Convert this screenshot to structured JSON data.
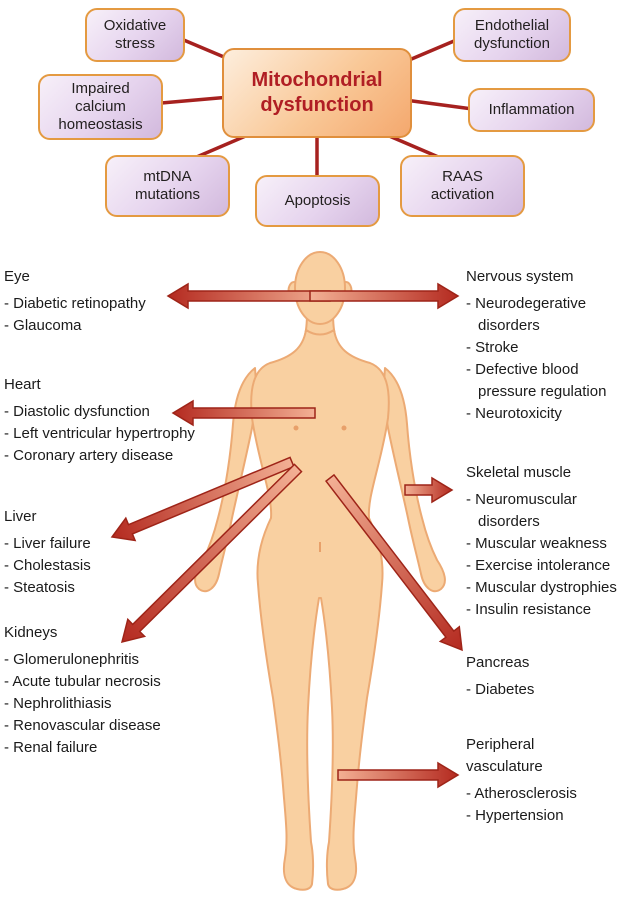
{
  "hub": {
    "label": "Mitochondrial dysfunction"
  },
  "nodes": {
    "oxidative": "Oxidative stress",
    "impaired": "Impaired calcium homeostasis",
    "mtdna": "mtDNA mutations",
    "apoptosis": "Apoptosis",
    "raas": "RAAS activation",
    "inflammation": "Inflammation",
    "endothelial": "Endothelial dysfunction"
  },
  "organs": {
    "eye": {
      "title": "Eye",
      "items": [
        "- Diabetic retinopathy",
        "- Glaucoma"
      ]
    },
    "heart": {
      "title": "Heart",
      "items": [
        "- Diastolic dysfunction",
        "- Left ventricular hypertrophy",
        "- Coronary artery disease"
      ]
    },
    "liver": {
      "title": "Liver",
      "items": [
        "- Liver failure",
        "- Cholestasis",
        "- Steatosis"
      ]
    },
    "kidneys": {
      "title": "Kidneys",
      "items": [
        "- Glomerulonephritis",
        "- Acute tubular necrosis",
        "- Nephrolithiasis",
        "- Renovascular disease",
        "- Renal failure"
      ]
    },
    "nervous": {
      "title": "Nervous system",
      "items": [
        "- Neurodegerative disorders",
        "- Stroke",
        "- Defective blood pressure regulation",
        "- Neurotoxicity"
      ]
    },
    "skeletal": {
      "title": "Skeletal muscle",
      "items": [
        "- Neuromuscular disorders",
        "- Muscular weakness",
        "- Exercise intolerance",
        "- Muscular dystrophies",
        "- Insulin resistance"
      ]
    },
    "pancreas": {
      "title": "Pancreas",
      "items": [
        "- Diabetes"
      ]
    },
    "peripheral": {
      "title": "Peripheral vasculature",
      "items": [
        "- Atherosclerosis",
        "- Hypertension"
      ]
    }
  },
  "colors": {
    "connector_line": "#a6211f",
    "hub_text": "#b01e24",
    "node_border": "#e49a41",
    "arrow_light": "#f3b094",
    "arrow_dark": "#b42a20",
    "arrow_stroke": "#9e2418",
    "skin_fill": "#f9d0a1",
    "skin_stroke": "#ecaa74"
  }
}
